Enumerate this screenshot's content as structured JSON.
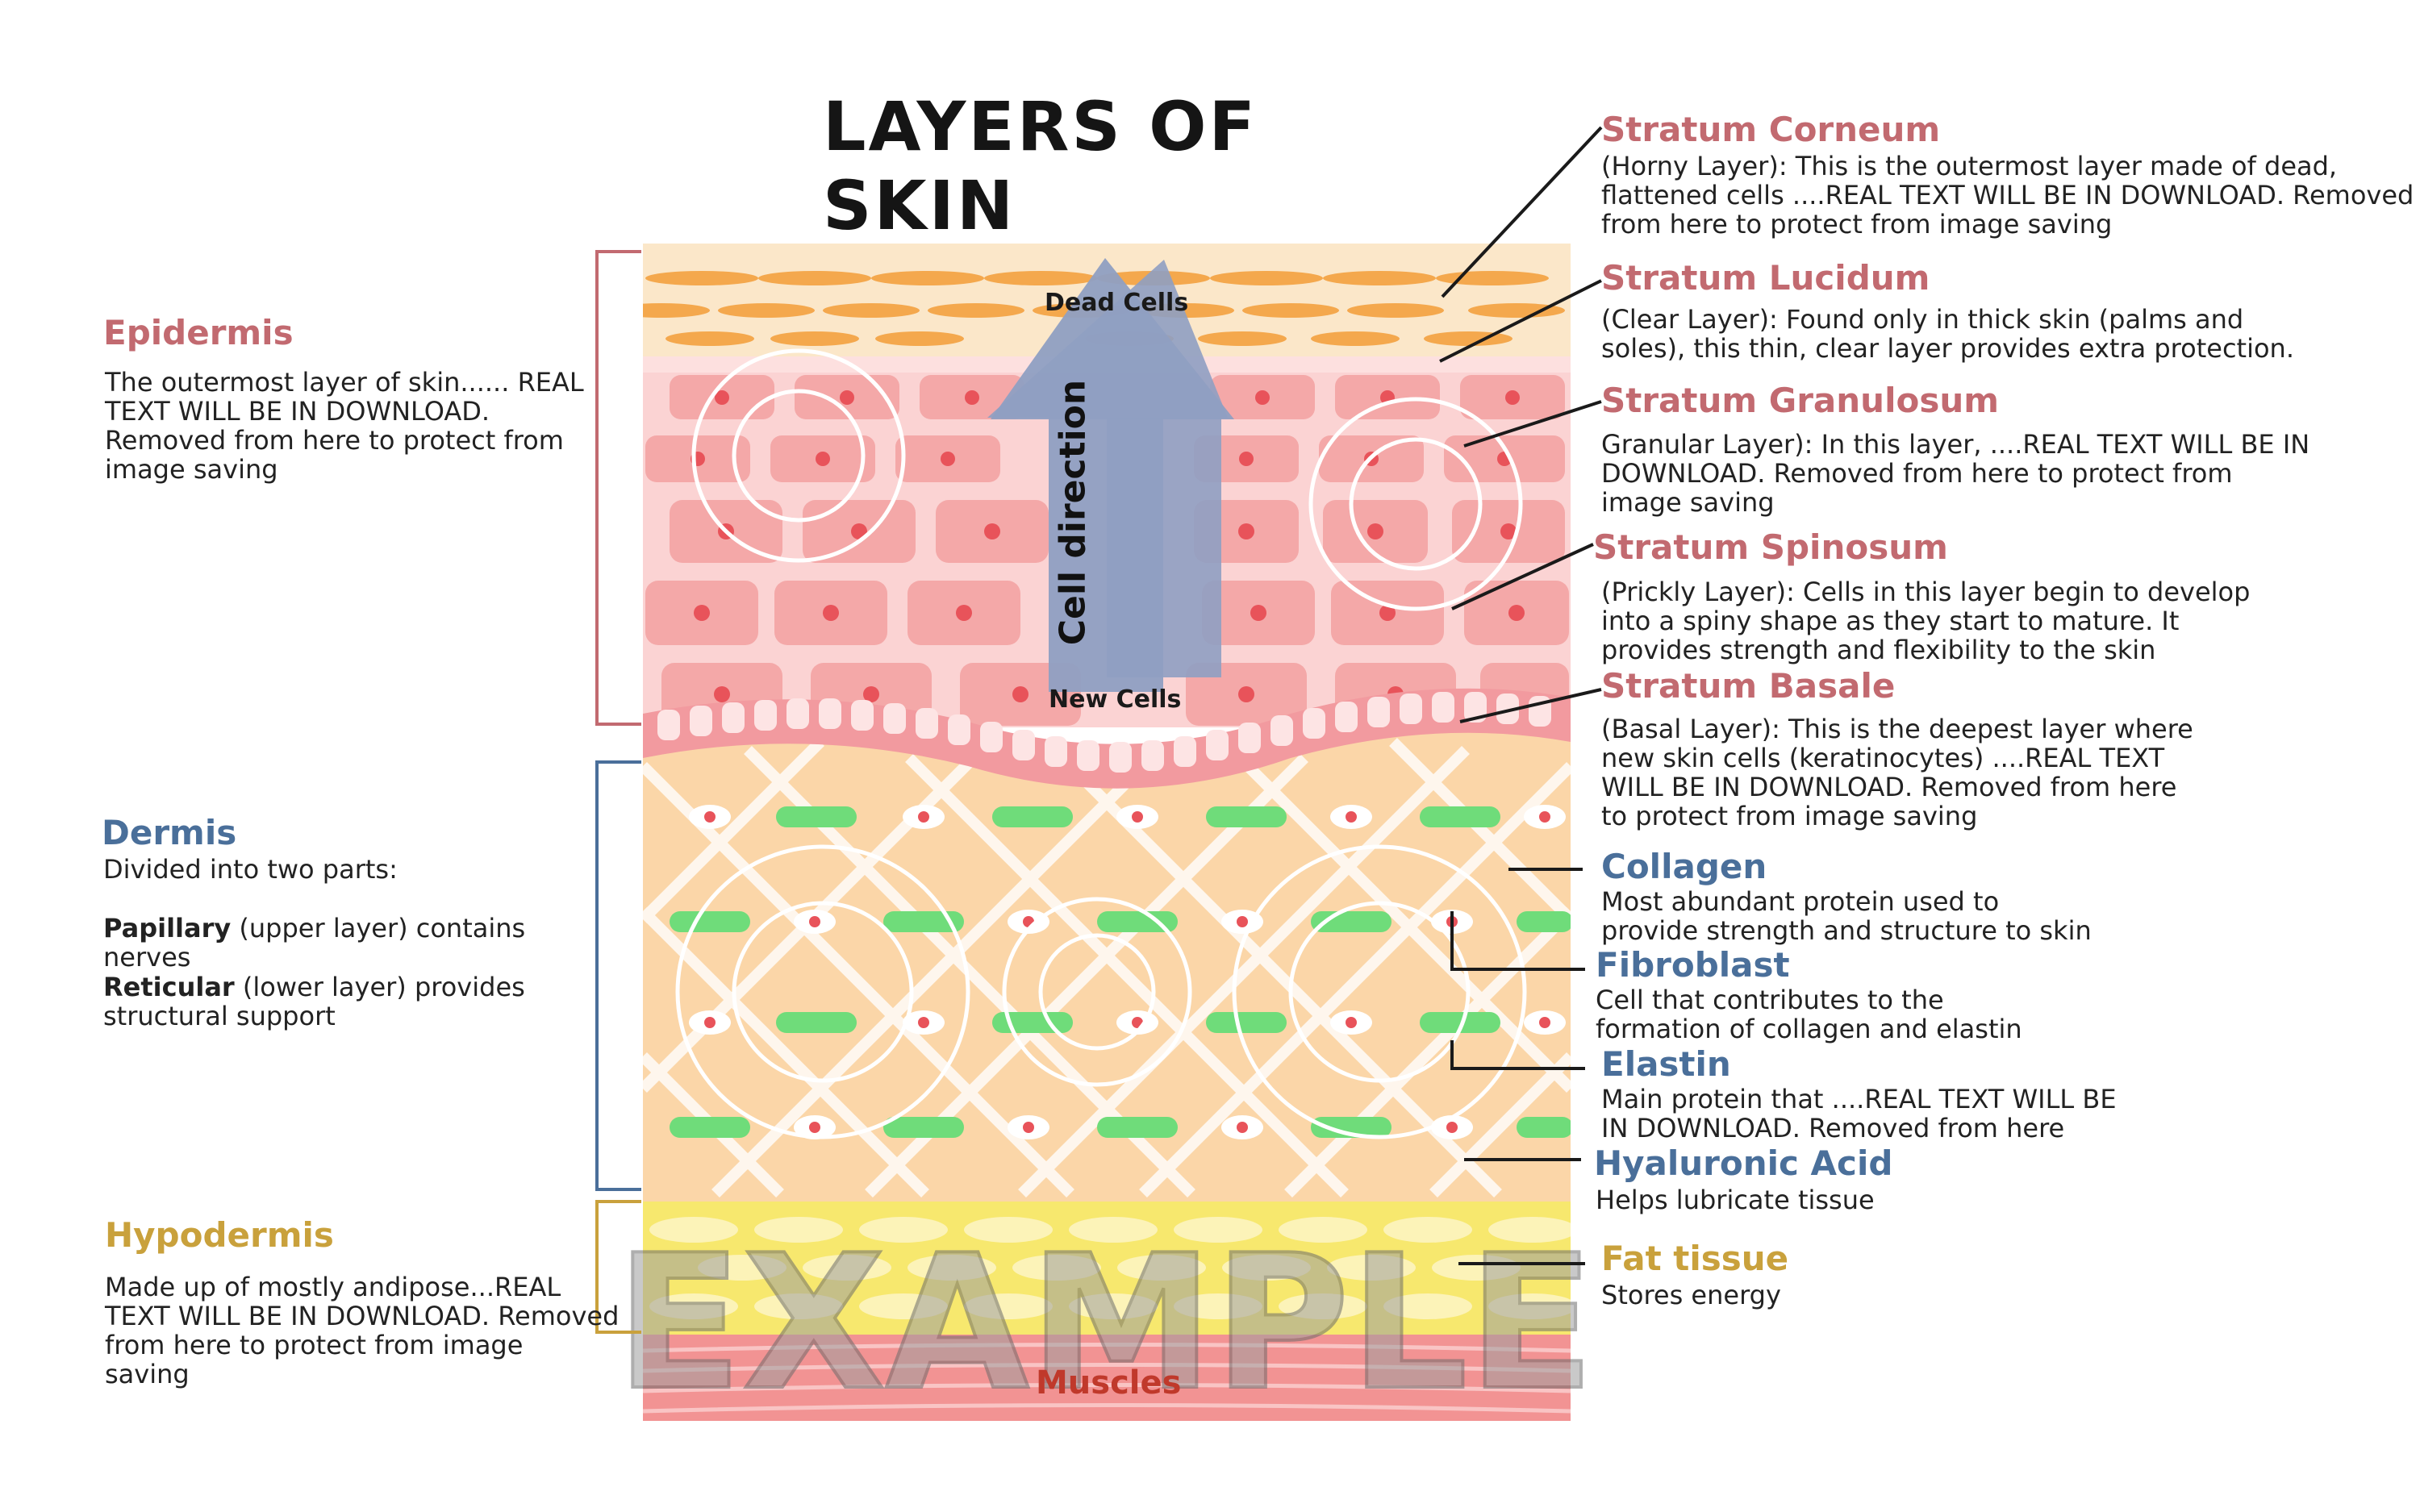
{
  "title": "LAYERS OF SKIN",
  "diagram_labels": {
    "dead_cells": "Dead Cells",
    "new_cells": "New Cells",
    "cell_direction": "Cell direction",
    "muscles": "Muscles",
    "watermark": "EXAMPLE"
  },
  "left": {
    "epidermis": {
      "title": "Epidermis",
      "text": "The outermost layer of skin...... REAL\nTEXT WILL BE IN DOWNLOAD.\nRemoved from here to protect from\nimage saving"
    },
    "dermis": {
      "title": "Dermis",
      "intro": "Divided into two parts:",
      "papillary_term": "Papillary",
      "papillary_text": " (upper layer) contains\nnerves",
      "reticular_term": "Reticular",
      "reticular_text": " (lower layer) provides\nstructural support"
    },
    "hypodermis": {
      "title": "Hypodermis",
      "text": "Made up of mostly andipose...REAL\nTEXT WILL BE IN DOWNLOAD. Removed\nfrom here to protect from image\nsaving"
    }
  },
  "right": {
    "corneum": {
      "title": "Stratum Corneum",
      "text": "(Horny Layer): This is the outermost layer made of dead,\nflattened cells ....REAL TEXT WILL BE IN DOWNLOAD. Removed\nfrom here to protect from image saving"
    },
    "lucidum": {
      "title": "Stratum Lucidum",
      "text": " (Clear Layer): Found only in thick skin (palms and\nsoles), this thin, clear layer provides extra protection."
    },
    "granulosum": {
      "title": "Stratum Granulosum",
      "text": "Granular Layer): In this layer, ....REAL TEXT WILL BE IN\nDOWNLOAD. Removed from here to protect from\nimage saving"
    },
    "spinosum": {
      "title": "Stratum Spinosum",
      "text": "(Prickly Layer): Cells in this layer begin to develop\ninto a spiny shape as they start to mature. It\nprovides strength and flexibility to the skin"
    },
    "basale": {
      "title": "Stratum Basale",
      "text": "(Basal Layer): This is the deepest layer where\nnew skin cells (keratinocytes) ....REAL TEXT\nWILL BE IN DOWNLOAD. Removed from here\nto protect from image saving"
    },
    "collagen": {
      "title": "Collagen",
      "text": "Most abundant protein used to\nprovide strength and structure to skin"
    },
    "fibroblast": {
      "title": "Fibroblast",
      "text": "Cell that contributes to the\nformation of collagen and elastin"
    },
    "elastin": {
      "title": "Elastin",
      "text": "Main protein that ....REAL TEXT WILL BE\nIN DOWNLOAD. Removed from here"
    },
    "hyaluronic": {
      "title": "Hyaluronic Acid",
      "text": "Helps lubricate tissue"
    },
    "fat": {
      "title": "Fat tissue",
      "text": "Stores energy"
    }
  },
  "colors": {
    "epidermis": "#c26a70",
    "dermis": "#4a6f9a",
    "hypodermis": "#c9a13c",
    "collagen_green": "#6fdc7a",
    "fat_yellow": "#f5e66a",
    "muscle_red": "#f08a8a",
    "arrow": "#8f9fc2"
  }
}
